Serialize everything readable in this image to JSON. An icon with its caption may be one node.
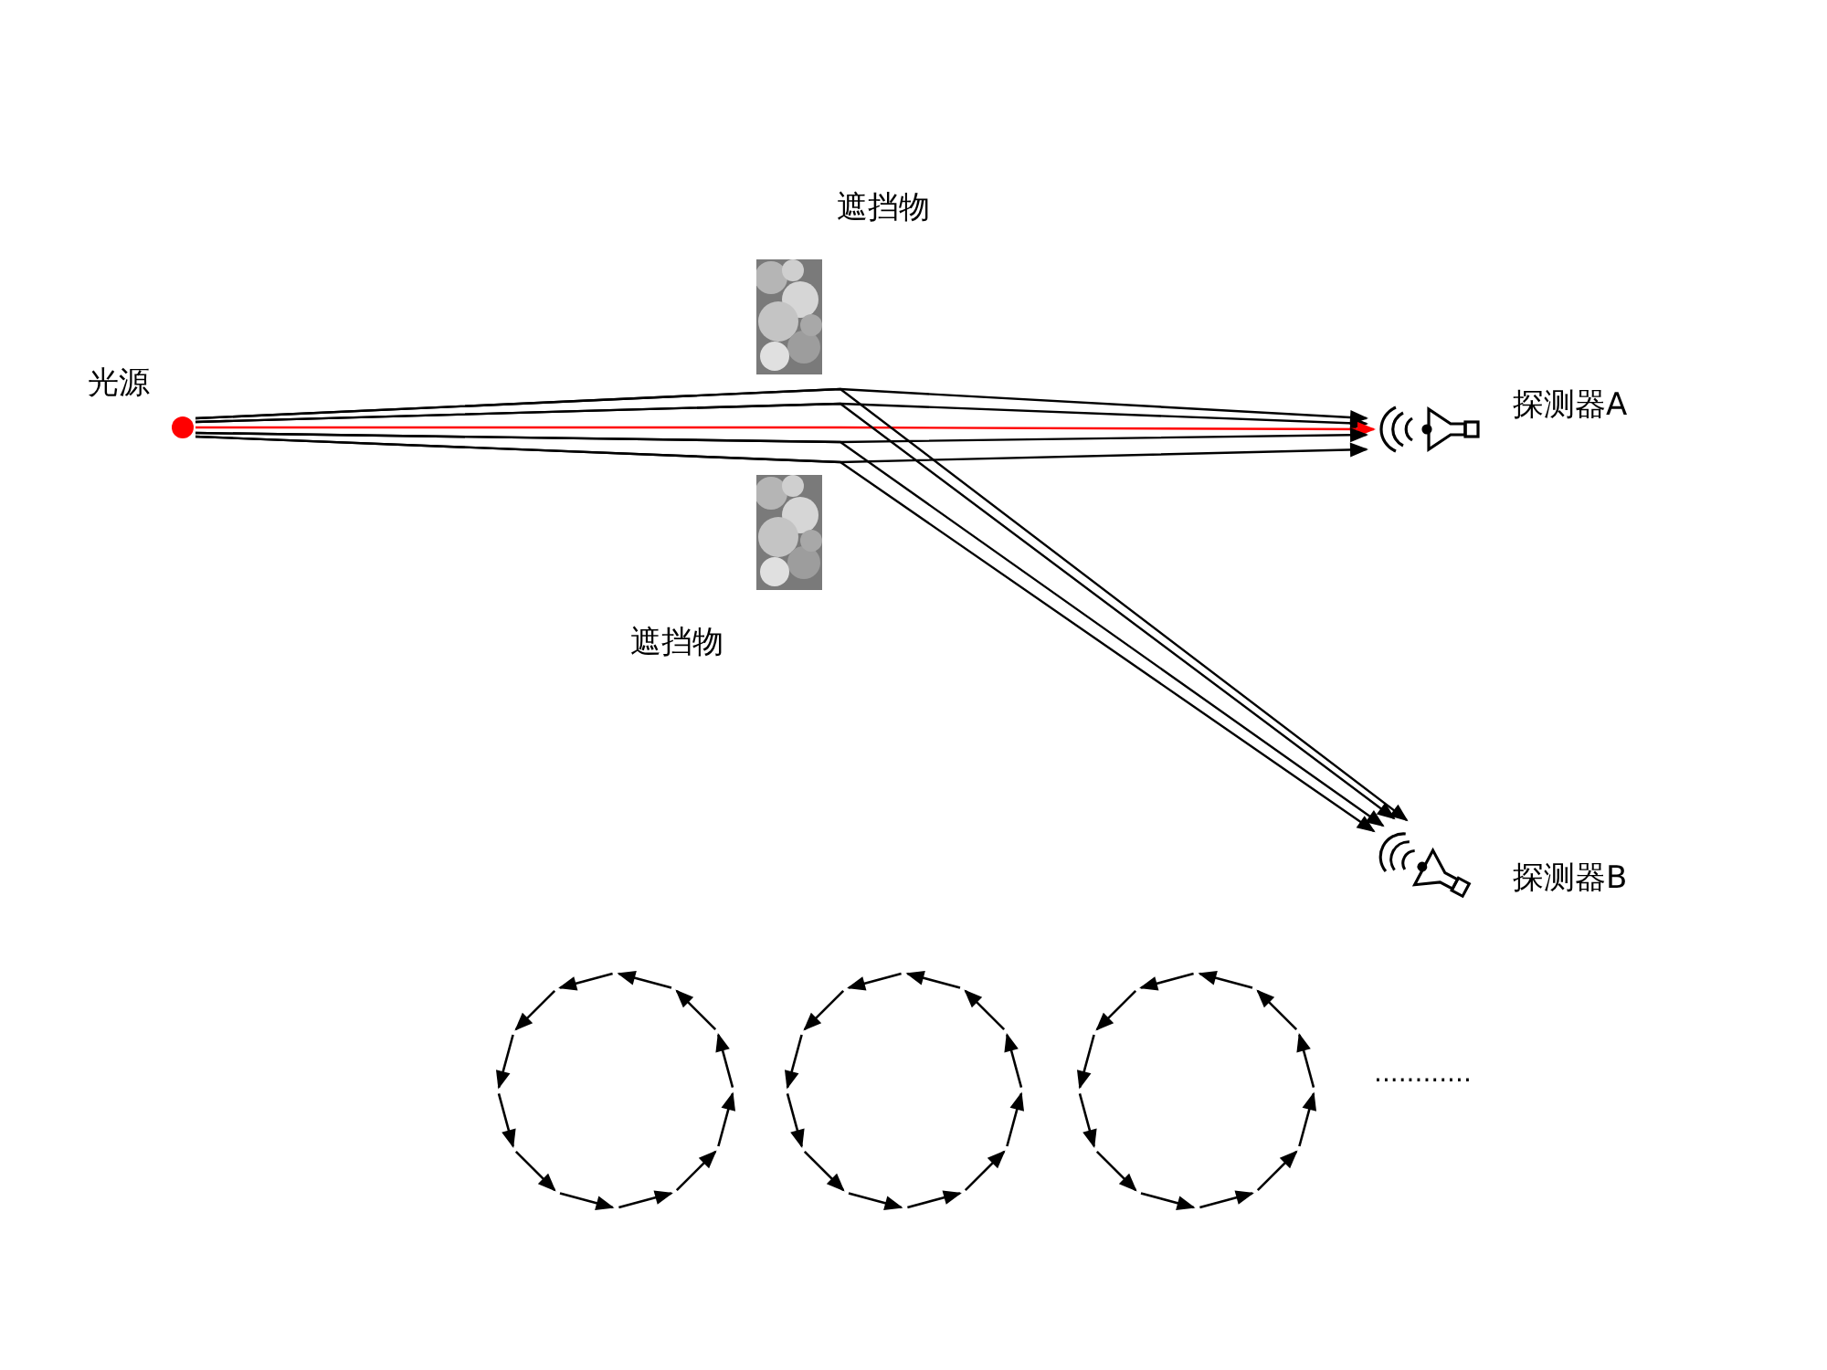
{
  "diagram": {
    "nodes": [
      {
        "text": [],
        "shape": "circle",
        "beside": [
          "光源"
        ]
      },
      {
        "text": [],
        "shape": "picture",
        "beside": [
          "遮挡物"
        ]
      },
      {
        "text": [],
        "shape": "picture",
        "beside": [
          "遮挡物"
        ]
      },
      {
        "text": [],
        "shape": "picture",
        "beside": [
          "探测器A"
        ]
      },
      {
        "text": [],
        "shape": "picture",
        "beside": [
          "探测器B"
        ]
      }
    ],
    "edges": [
      {
        "from": 0,
        "to": 3,
        "arrow": "to"
      },
      {
        "from": 0,
        "to": 3,
        "arrow": "to"
      },
      {
        "from": 0,
        "to": 3,
        "arrow": "to",
        "color": "#ff0000"
      },
      {
        "from": 0,
        "to": 3,
        "arrow": "to"
      },
      {
        "from": 0,
        "to": 3,
        "arrow": "to"
      },
      {
        "from": 0,
        "to": 4,
        "arrow": "to"
      },
      {
        "from": 0,
        "to": 4,
        "arrow": "to"
      },
      {
        "from": 0,
        "to": 4,
        "arrow": "to"
      },
      {
        "from": 0,
        "to": 4,
        "arrow": "to"
      }
    ],
    "labels": [
      "............"
    ]
  }
}
